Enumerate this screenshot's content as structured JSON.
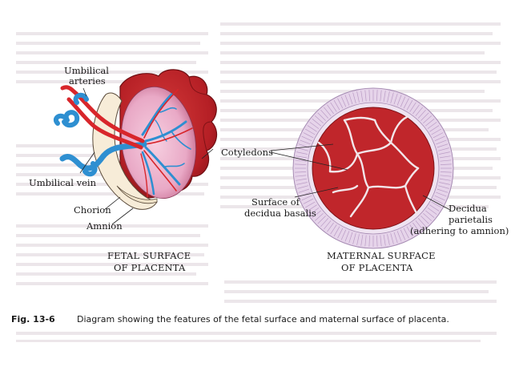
{
  "figure": {
    "number": "Fig. 13-6",
    "caption": "Diagram showing the features of the fetal surface and maternal surface of placenta."
  },
  "labels": {
    "umbilical_arteries_1": "Umbilical",
    "umbilical_arteries_2": "arteries",
    "umbilical_vein": "Umbilical vein",
    "chorion": "Chorion",
    "amnion": "Amnion",
    "cotyledons": "Cotyledons",
    "surface_decidua_1": "Surface of",
    "surface_decidua_2": "decidua basalis",
    "decidua_parietalis_1": "Decidua",
    "decidua_parietalis_2": "parietalis",
    "decidua_parietalis_3": "(adhering to amnion)",
    "fetal_title_1": "FETAL SURFACE",
    "fetal_title_2": "OF PLACENTA",
    "maternal_title_1": "MATERNAL SURFACE",
    "maternal_title_2": "OF PLACENTA"
  },
  "colors": {
    "placenta_red": "#c0262b",
    "placenta_dark": "#7e1216",
    "artery_blue": "#2e8fd1",
    "vessel_red": "#d8262b",
    "chorion_cream": "#f7ecd8",
    "decidua_lilac": "#d9c2e3"
  }
}
